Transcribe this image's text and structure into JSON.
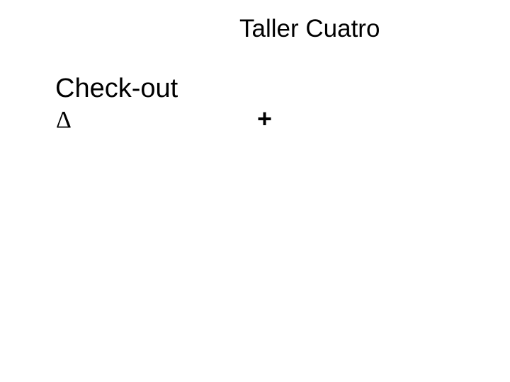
{
  "slide": {
    "title": "Taller Cuatro",
    "content": {
      "heading": "Check-out",
      "delta_symbol": "Δ",
      "plus_symbol": "+"
    },
    "colors": {
      "background": "#ffffff",
      "text": "#000000"
    }
  }
}
